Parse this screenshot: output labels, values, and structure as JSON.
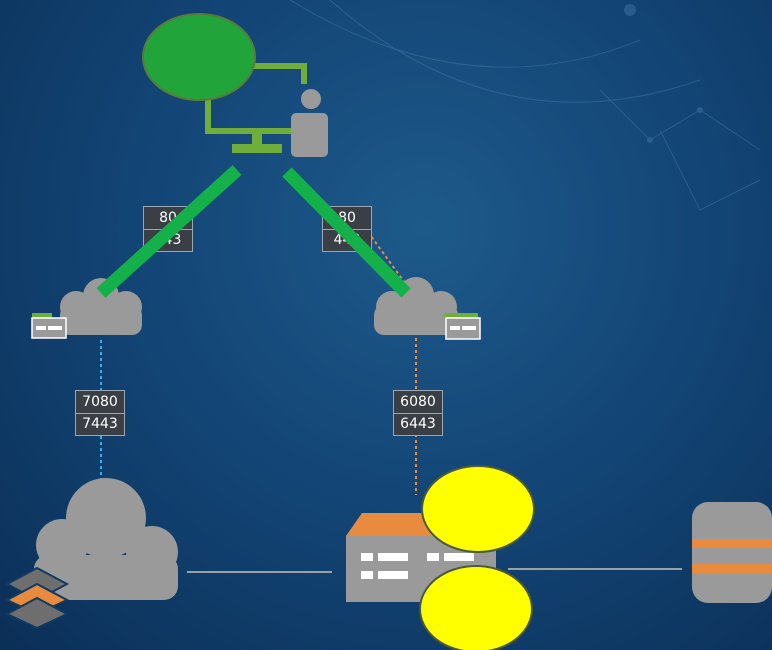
{
  "colors": {
    "background_top": "#1d5a8a",
    "background_bottom": "#0b2f57",
    "node_gray": "#9a9a9a",
    "accent_orange": "#e98b3e",
    "connector_green": "#14b04a",
    "monitor_green": "#6fae3a",
    "highlight_green": "#21a43a",
    "highlight_yellow": "#ffff00",
    "link_blue": "#39aee8",
    "link_orange": "#e98b3e",
    "link_gray": "#9aa0a6"
  },
  "icons": [
    "user-workstation-icon",
    "cloud-icon",
    "gateway-device-icon",
    "layers-stack-icon",
    "server-icon",
    "database-icon"
  ],
  "ports": {
    "left_upper": {
      "top": "80",
      "bottom": "443"
    },
    "right_upper": {
      "top": "80",
      "bottom": "443"
    },
    "left_lower": {
      "top": "7080",
      "bottom": "7443"
    },
    "right_lower": {
      "top": "6080",
      "bottom": "6443"
    }
  }
}
